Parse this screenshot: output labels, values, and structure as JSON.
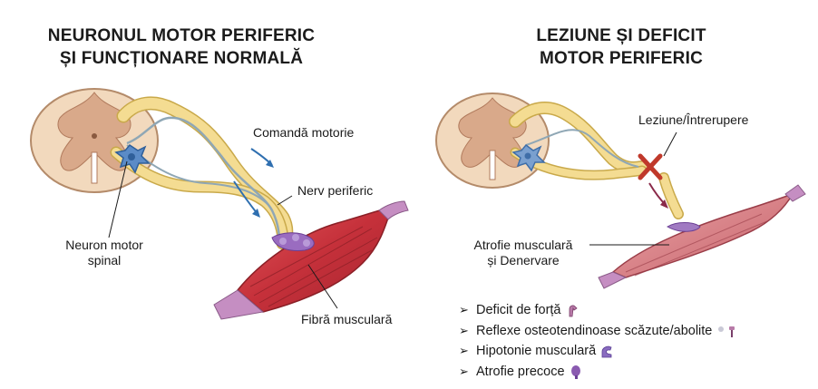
{
  "left_panel": {
    "title_line1": "NEURONUL MOTOR PERIFERIC",
    "title_line2": "ȘI FUNCȚIONARE NORMALĂ",
    "labels": {
      "motor_command": "Comandă motorie",
      "peripheral_nerve": "Nerv periferic",
      "neuron_line1": "Neuron motor",
      "neuron_line2": "spinal",
      "muscle_fiber": "Fibră musculară"
    }
  },
  "right_panel": {
    "title_line1": "LEZIUNE ȘI DEFICIT",
    "title_line2": "MOTOR PERIFERIC",
    "labels": {
      "lesion": "Leziune/Întrerupere",
      "atrophy_line1": "Atrofie musculară",
      "atrophy_line2": "și Denervare"
    },
    "bullets": [
      {
        "text": "Deficit de forță",
        "icon": "weak-arm-icon"
      },
      {
        "text": "Reflexe osteotendinoase scăzute/abolite",
        "icon": "reflex-hammer-icon"
      },
      {
        "text": "Hipotonie musculară",
        "icon": "flexed-arm-icon"
      },
      {
        "text": "Atrofie precoce",
        "icon": "atrophy-muscle-icon"
      }
    ]
  },
  "colors": {
    "spinal_cord": "#f2d9bd",
    "gray_matter": "#d9a98a",
    "nerve": "#f4dc92",
    "axon": "#8fa7b5",
    "neuron": "#5b8bc7",
    "muscle": "#c9343a",
    "tendon": "#c58ec2",
    "synapse": "#9a6cc0",
    "lesion_x": "#c0392b"
  }
}
